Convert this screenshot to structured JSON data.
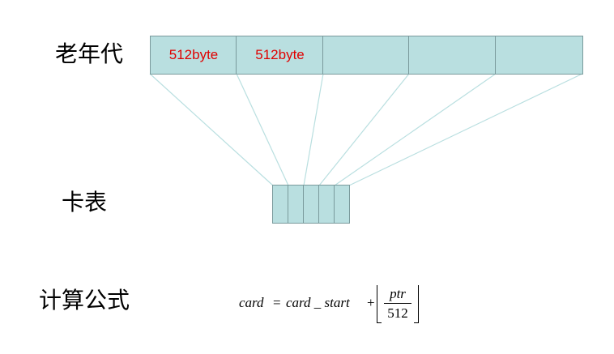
{
  "labels": {
    "old_gen": "老年代",
    "card_table": "卡表",
    "formula": "计算公式"
  },
  "old_gen_cells": [
    "512byte",
    "512byte",
    "",
    "",
    ""
  ],
  "card_table_cells": 5,
  "formula": {
    "lhs": "card",
    "eq": "=",
    "rhs_start": "card _ start",
    "plus": "+",
    "numerator": "ptr",
    "denominator": "512"
  },
  "colors": {
    "cell_fill": "#b9dfe0",
    "cell_border": "#7a9a9c",
    "cell_text": "#e00000",
    "connector": "#b9dfe0"
  }
}
